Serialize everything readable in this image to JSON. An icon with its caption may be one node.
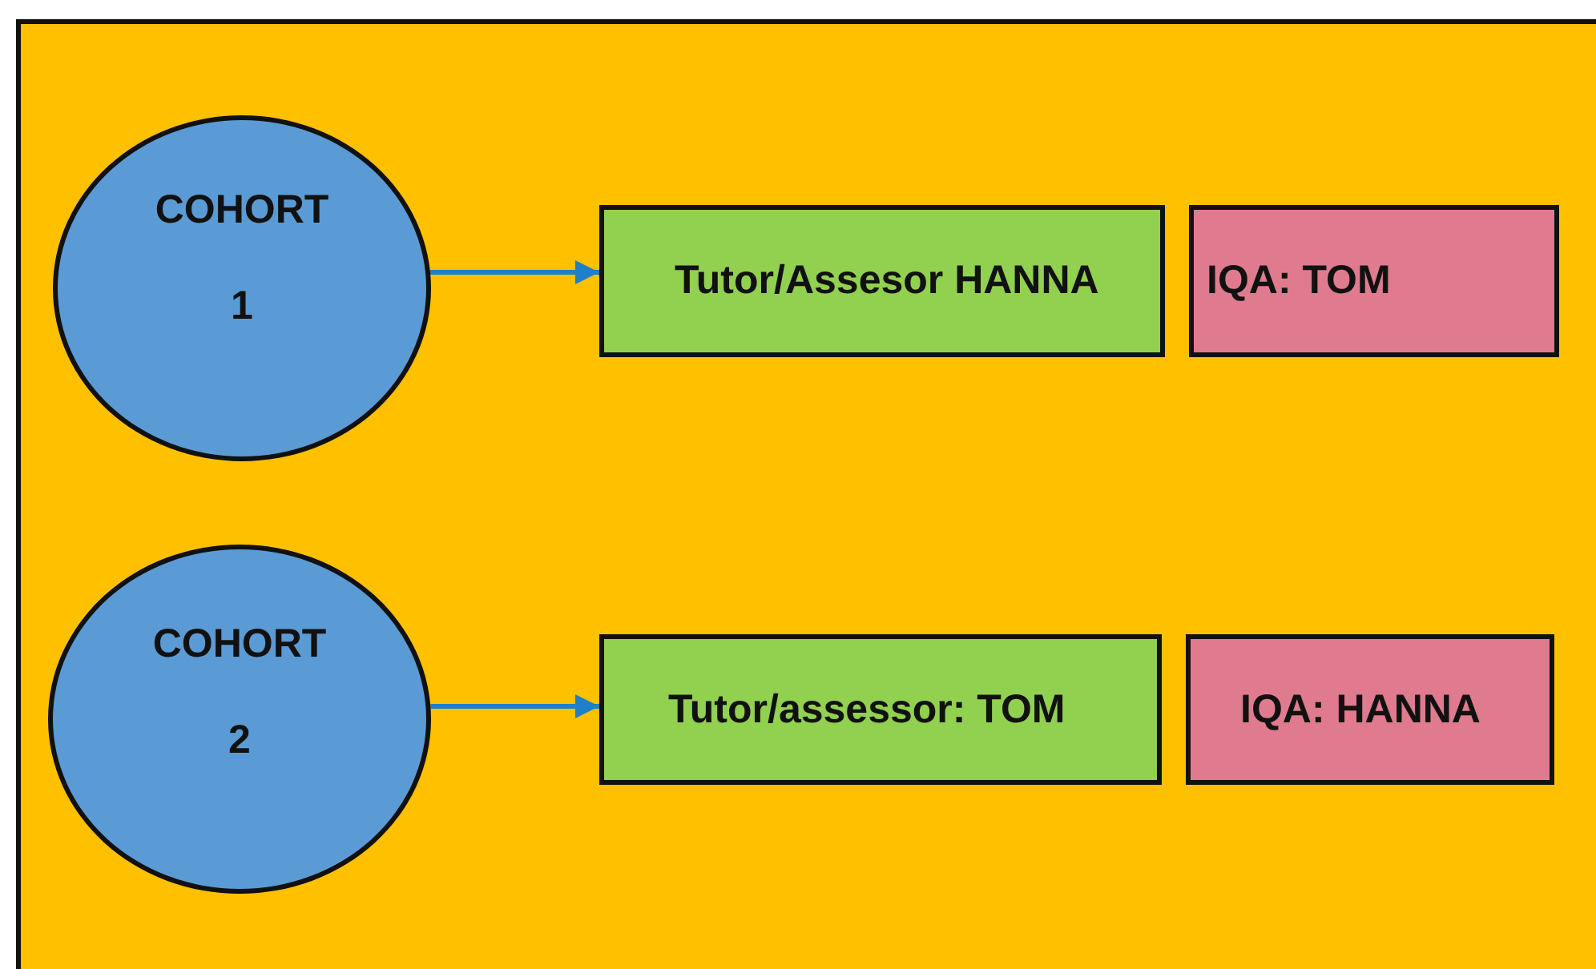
{
  "diagram": {
    "nodes": [
      {
        "text": [
          "COHORT",
          "1"
        ]
      },
      {
        "text": [
          "Tutor/Assesor HANNA"
        ]
      },
      {
        "text": [
          "IQA: TOM"
        ]
      },
      {
        "text": [
          "COHORT",
          "2"
        ]
      },
      {
        "text": [
          "Tutor/assessor: TOM"
        ]
      },
      {
        "text": [
          "IQA: HANNA"
        ]
      }
    ],
    "edges": [
      {
        "from": 0,
        "to": 1,
        "arrow": "to"
      },
      {
        "from": 3,
        "to": 4,
        "arrow": "to"
      }
    ]
  }
}
